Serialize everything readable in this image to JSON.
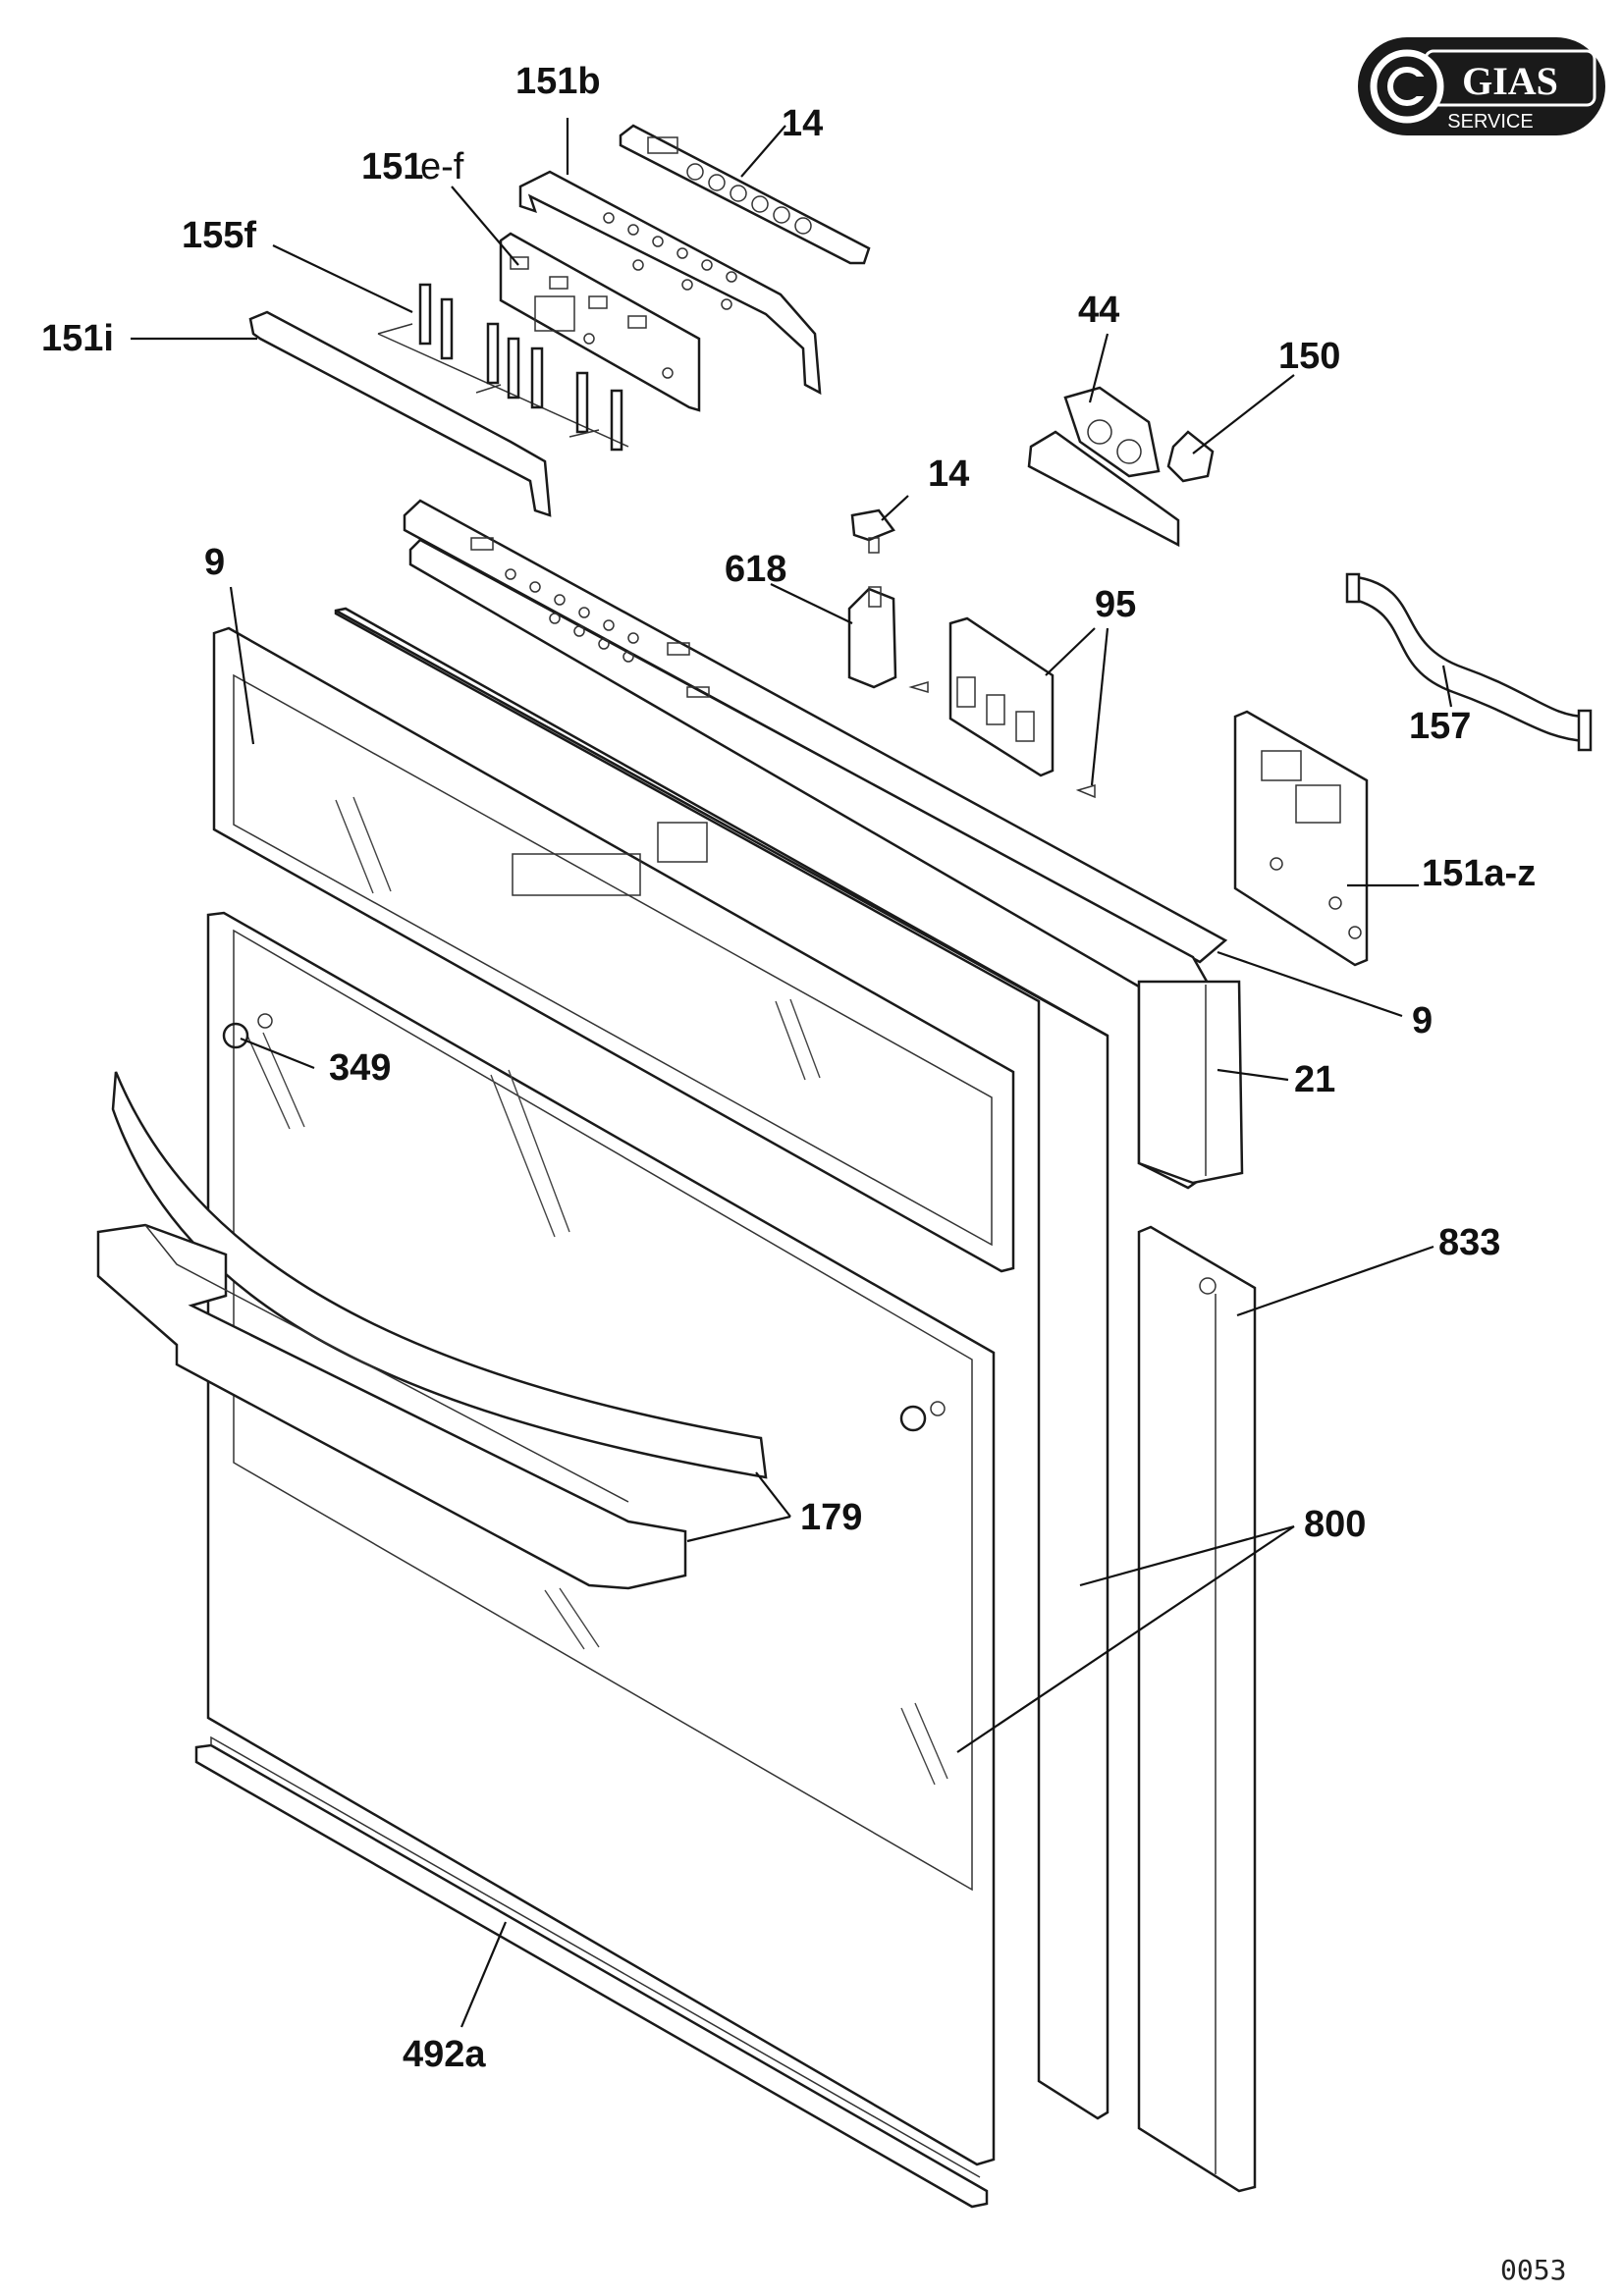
{
  "logo": {
    "brand": "GIAS",
    "sub": "SERVICE"
  },
  "drawing_code": "0053",
  "labels": {
    "p151b": "151b",
    "p14_top": "14",
    "p151ef_main": "151",
    "p151ef_suffix": "e-f",
    "p155f": "155f",
    "p151i": "151i",
    "p44": "44",
    "p150": "150",
    "p14_mid": "14",
    "p618": "618",
    "p95": "95",
    "p9_left": "9",
    "p157": "157",
    "p151az": "151a-z",
    "p9_right": "9",
    "p21": "21",
    "p349": "349",
    "p833": "833",
    "p179": "179",
    "p800": "800",
    "p492a": "492a"
  },
  "colors": {
    "line": "#1a1a1a",
    "logo_bg": "#1a1a1a",
    "logo_fg": "#ffffff"
  }
}
